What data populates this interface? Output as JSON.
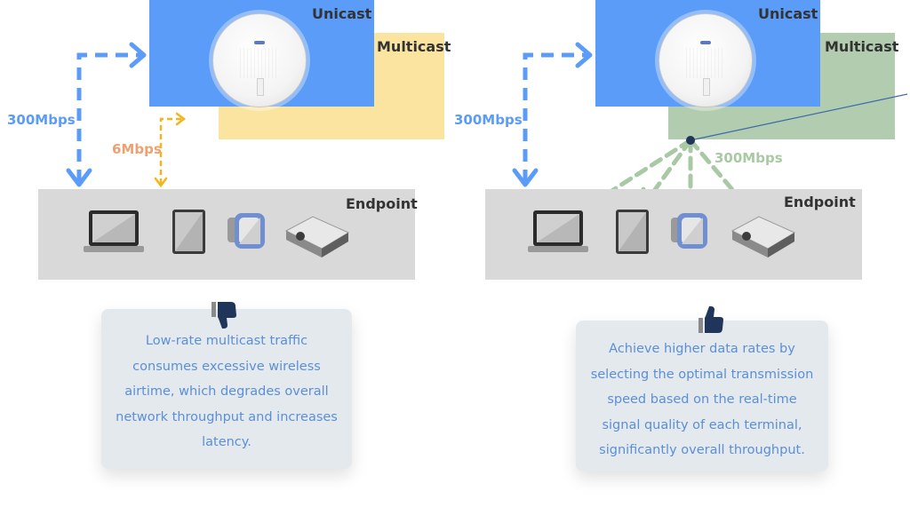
{
  "left_panel": {
    "unicast_label": "Unicast",
    "multicast_label": "Multicast",
    "endpoint_label": "Endpoint",
    "unicast_rate": "300Mbps",
    "multicast_rate": "6Mbps",
    "description_lines": [
      "Low-rate multicast traffic",
      "consumes excessive wireless",
      "airtime, which degrades overall",
      "network throughput and increases",
      "latency."
    ],
    "verdict_icon": "thumbs-down-icon"
  },
  "right_panel": {
    "unicast_label": "Unicast",
    "multicast_label": "Multicast",
    "endpoint_label": "Endpoint",
    "unicast_rate": "300Mbps",
    "multicast_rate": "300Mbps",
    "description_lines": [
      "Achieve higher data rates by",
      "selecting the optimal transmission",
      "speed based on the real-time",
      "signal quality of each terminal,",
      "significantly overall throughput."
    ],
    "verdict_icon": "thumbs-up-icon"
  },
  "endpoint_devices": [
    "laptop-icon",
    "tablet-icon",
    "smartwatch-icon",
    "projector-icon"
  ],
  "colors": {
    "unicast": "#5b9cf8",
    "multicast_left": "#fbe3a0",
    "multicast_right": "#b2ccb0",
    "endpoint": "#d9d9d9",
    "unicast_arrow": "#5b9cf8",
    "multicast_arrow_left": "#f2b51e",
    "multicast_arrow_right": "#a9c9a5",
    "rate_6mbps": "#f0a070",
    "text_blue": "#5b8fd6",
    "icon_navy": "#1f3559"
  }
}
